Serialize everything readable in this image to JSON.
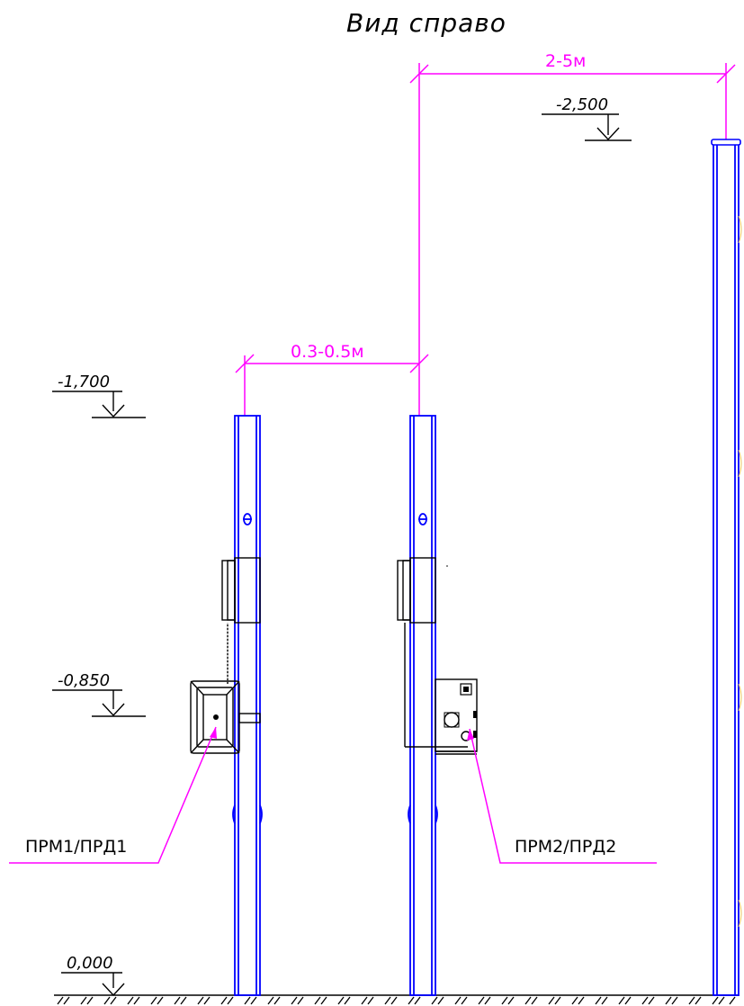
{
  "drawing": {
    "title": "Вид справо",
    "dimensions": {
      "large": "2-5м",
      "small": "0.3-0.5м"
    },
    "levels": {
      "top": "-2,500",
      "upper": "-1,700",
      "middle": "-0,850",
      "ground": "0,000"
    },
    "callouts": {
      "left": "ПРМ1/ПРД1",
      "right": "ПРМ2/ПРД2"
    },
    "colors": {
      "pole": "#0000ff",
      "dimension": "#ff00ff",
      "outline": "#000000"
    }
  }
}
